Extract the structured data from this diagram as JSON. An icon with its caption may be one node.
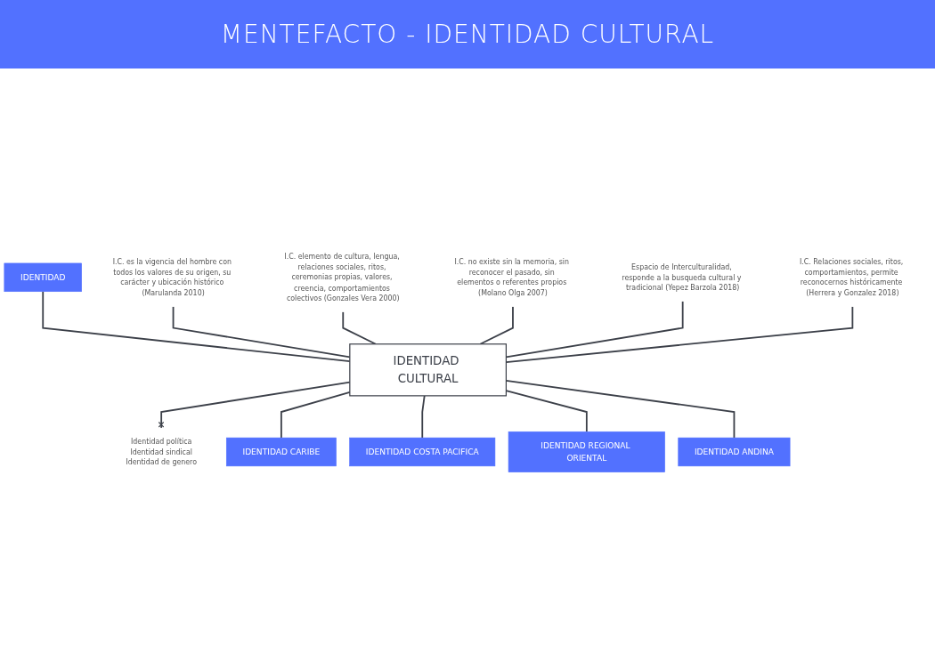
{
  "diagram": {
    "title": "MENTEFACTO - IDENTIDAD CULTURAL",
    "nodes": [
      {
        "text": [
          "IDENTIDAD"
        ]
      },
      {
        "text": [
          "IDENTIDAD CULTURAL"
        ]
      },
      {
        "text": [
          "I.C. es la vigencia del hombre con todos los valores de su origen, su carácter y ubicación histórico (Marulanda 2010)"
        ]
      },
      {
        "text": [
          "I.C. elemento de cultura, lengua, relaciones sociales, ritos, ceremonias propias, valores, creencia, comportamientos colectivos (Gonzales Vera 2000)"
        ]
      },
      {
        "text": [
          "I.C. no existe sin la memoria, sin reconocer el pasado, sin elementos o referentes propios (Molano Olga 2007)"
        ]
      },
      {
        "text": [
          "Espacio de Interculturalidad, responde a la busqueda cultural y tradicional (Yepez Barzola 2018)"
        ]
      },
      {
        "text": [
          "I.C. Relaciones sociales, ritos, comportamientos, permite reconocernos históricamente (Herrera y Gonzalez 2018)"
        ]
      },
      {
        "text": [
          "Identidad política",
          "Identidad sindical",
          "Identidad de genero"
        ]
      },
      {
        "text": [
          "IDENTIDAD CARIBE"
        ]
      },
      {
        "text": [
          "IDENTIDAD COSTA PACIFICA"
        ]
      },
      {
        "text": [
          "IDENTIDAD REGIONAL ORIENTAL"
        ]
      },
      {
        "text": [
          "IDENTIDAD ANDINA"
        ]
      }
    ],
    "edges": [
      {
        "from": 0,
        "to": 1,
        "arrow": "none"
      },
      {
        "from": 2,
        "to": 1,
        "arrow": "none"
      },
      {
        "from": 3,
        "to": 1,
        "arrow": "none"
      },
      {
        "from": 4,
        "to": 1,
        "arrow": "none"
      },
      {
        "from": 5,
        "to": 1,
        "arrow": "none"
      },
      {
        "from": 6,
        "to": 1,
        "arrow": "none"
      },
      {
        "from": 1,
        "to": 7,
        "arrow": "other"
      },
      {
        "from": 1,
        "to": 8,
        "arrow": "none"
      },
      {
        "from": 1,
        "to": 9,
        "arrow": "none"
      },
      {
        "from": 1,
        "to": 10,
        "arrow": "none"
      },
      {
        "from": 1,
        "to": 11,
        "arrow": "none"
      }
    ]
  }
}
